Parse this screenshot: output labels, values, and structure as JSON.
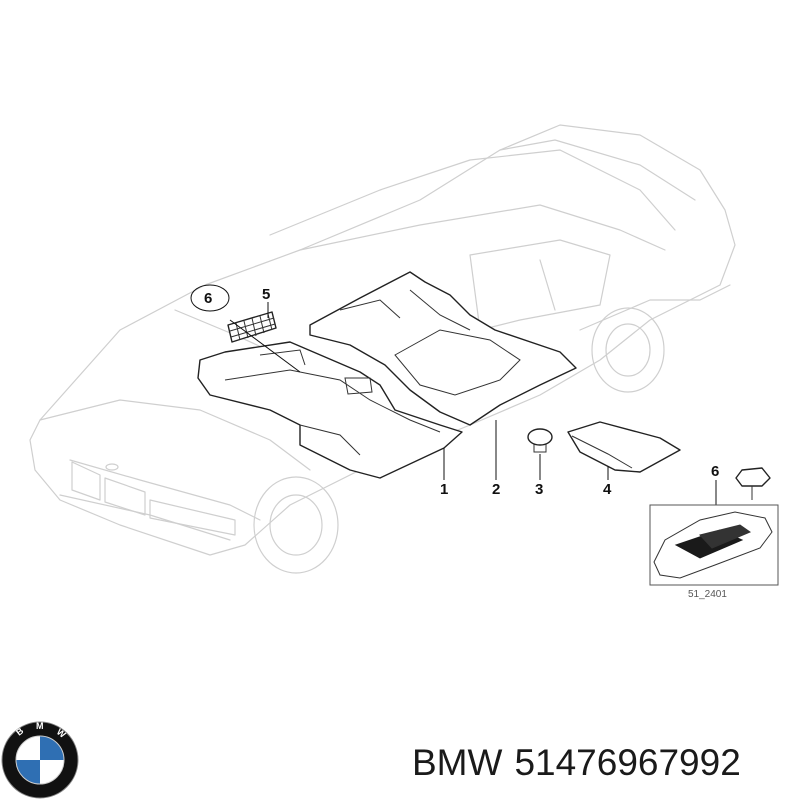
{
  "diagram": {
    "callouts": [
      {
        "id": "1",
        "label": "1"
      },
      {
        "id": "2",
        "label": "2"
      },
      {
        "id": "3",
        "label": "3"
      },
      {
        "id": "4",
        "label": "4"
      },
      {
        "id": "5",
        "label": "5"
      },
      {
        "id": "6",
        "label": "6"
      }
    ],
    "inset": {
      "callout": "6",
      "ref_code": "51_2401"
    }
  },
  "footer": {
    "brand": "BMW",
    "part_number": "51476967992"
  },
  "logo": {
    "letters": "BMW",
    "colors": {
      "ring": "#111111",
      "blue": "#2f6fb3",
      "white": "#ffffff"
    }
  },
  "colors": {
    "car_outline": "#cfcfcf",
    "part_outline": "#222222"
  }
}
